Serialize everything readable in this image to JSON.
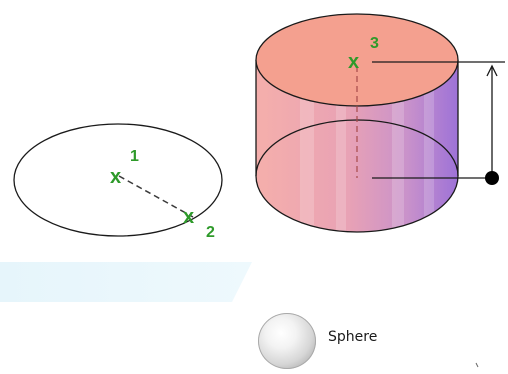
{
  "diagram": {
    "ellipse_points": {
      "center_marker": "x",
      "center_label": "1",
      "radius_marker": "x",
      "radius_label": "2"
    },
    "cylinder": {
      "top_marker": "x",
      "top_label": "3"
    },
    "colors": {
      "marker_green": "#2e9a2a",
      "cylinder_top": "#f4a08f",
      "cylinder_side_left": "#f2a4a4",
      "cylinder_side_right": "#9b6ed6",
      "stroke": "#1a1a1a",
      "dash": "#3a3a3a",
      "highlight_band": "#e9f6fc"
    }
  },
  "toolbar": {
    "sphere_label": "Sphere",
    "sphere_icon": "sphere-icon"
  }
}
